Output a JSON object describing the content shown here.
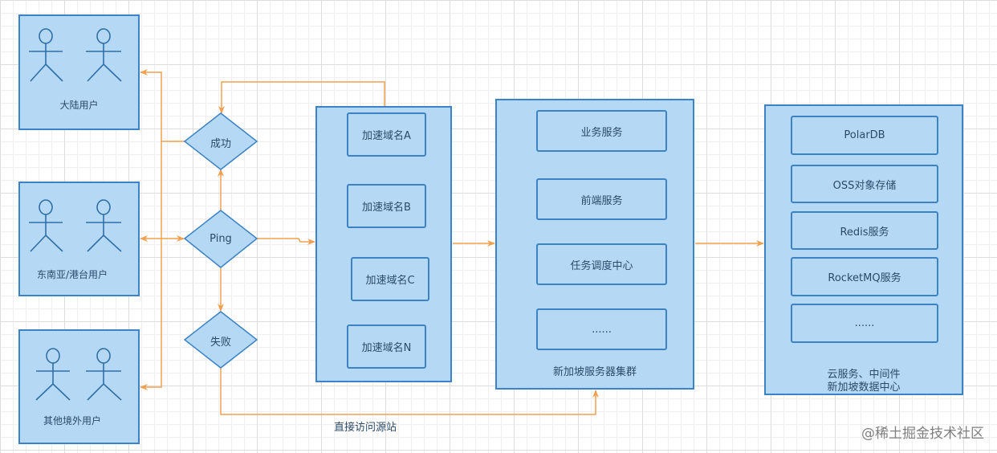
{
  "colors": {
    "fill": "#b5d9f5",
    "stroke": "#3c82c4",
    "arrow": "#f0a050"
  },
  "users": {
    "mainland": "大陆用户",
    "sea_hk_tw": "东南亚/港台用户",
    "other": "其他境外用户"
  },
  "decisions": {
    "success": "成功",
    "ping": "Ping",
    "fail": "失败"
  },
  "cdn": {
    "items": [
      "加速域名A",
      "加速域名B",
      "加速域名C",
      "加速域名N"
    ]
  },
  "servers": {
    "items": [
      "业务服务",
      "前端服务",
      "任务调度中心",
      "......"
    ],
    "caption": "新加坡服务器集群"
  },
  "cloud": {
    "items": [
      "PolarDB",
      "OSS对象存储",
      "Redis服务",
      "RocketMQ服务",
      "......"
    ],
    "caption_line1": "云服务、中间件",
    "caption_line2": "新加坡数据中心"
  },
  "edge_labels": {
    "direct": "直接访问源站"
  },
  "watermark": "@稀土掘金技术社区"
}
